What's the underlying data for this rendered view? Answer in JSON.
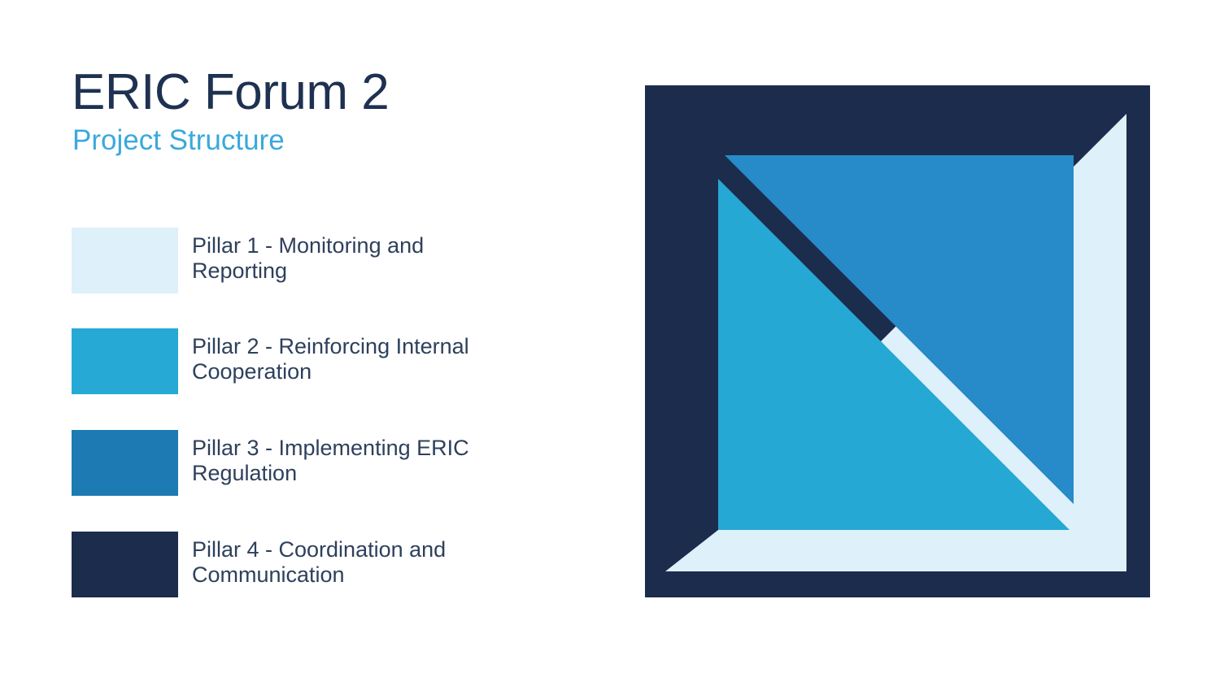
{
  "page": {
    "background_color": "#ffffff"
  },
  "header": {
    "title": "ERIC Forum 2",
    "subtitle": "Project Structure",
    "title_color": "#1e3151",
    "subtitle_color": "#3aa9dc"
  },
  "legend": {
    "text_color": "#2e405c",
    "items": [
      {
        "id": "pillar-1",
        "color": "#def0f9",
        "line1": "Pillar 1 - Monitoring and",
        "line2": "Reporting",
        "full_label": "Pillar 1 - Monitoring and Reporting"
      },
      {
        "id": "pillar-2",
        "color": "#26a9d4",
        "line1": "Pillar 2 - Reinforcing Internal",
        "line2": "Cooperation",
        "full_label": "Pillar 2 - Reinforcing Internal Cooperation"
      },
      {
        "id": "pillar-3",
        "color": "#1d7ab3",
        "line1": "Pillar 3 - Implementing ERIC",
        "line2": "Regulation",
        "full_label": "Pillar 3 - Implementing ERIC Regulation"
      },
      {
        "id": "pillar-4",
        "color": "#1c2c4c",
        "line1": "Pillar 4 - Coordination and",
        "line2": "Communication",
        "full_label": "Pillar 4 - Coordination and Communication"
      }
    ]
  },
  "graphic": {
    "name": "eric-forum-project-structure-logo",
    "colors": {
      "frame": "#1c2c4c",
      "bevel": "#def0f9",
      "upper_triangle": "#268bc8",
      "lower_triangle": "#25a8d4"
    }
  }
}
